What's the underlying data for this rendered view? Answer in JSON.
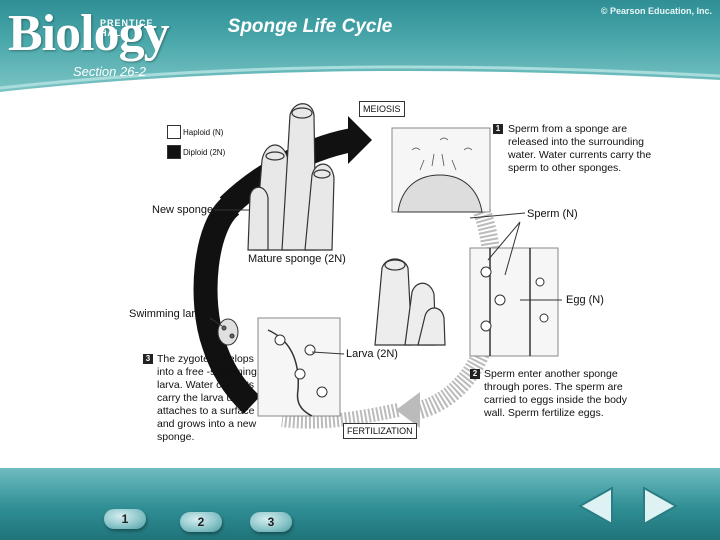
{
  "header": {
    "logo_text": "Biology",
    "logo_publisher": "PRENTICE HALL",
    "copyright": "© Pearson Education, Inc.",
    "title": "Sponge Life Cycle",
    "section": "Section 26-2"
  },
  "legend": {
    "haploid": "Haploid (N)",
    "diploid": "Diploid (2N)",
    "haploid_color": "#ffffff",
    "diploid_color": "#111111"
  },
  "labels": {
    "meiosis": "MEIOSIS",
    "fertilization": "FERTILIZATION",
    "new_sponge": "New sponge",
    "sperm": "Sperm (N)",
    "mature_sponge": "Mature sponge (2N)",
    "egg": "Egg (N)",
    "swimming_larva": "Swimming larva",
    "larva": "Larva (2N)"
  },
  "steps": [
    {
      "number": "1",
      "text": "Sperm from a sponge are released into the surrounding water. Water currents carry the sperm to other sponges."
    },
    {
      "number": "2",
      "text": "Sperm enter another sponge through pores. The sperm are carried to eggs inside the body wall. Sperm fertilize eggs."
    },
    {
      "number": "3",
      "text": "The zygote develops into a free -swimming larva. Water currents carry the larva until it attaches to a surface and grows into a new sponge."
    }
  ],
  "nav": {
    "buttons": [
      "1",
      "2",
      "3"
    ],
    "prev_icon": "left-arrow-icon",
    "next_icon": "right-arrow-icon"
  },
  "colors": {
    "header_teal": "#2f8f95",
    "cycle_arrow": "#111111"
  }
}
